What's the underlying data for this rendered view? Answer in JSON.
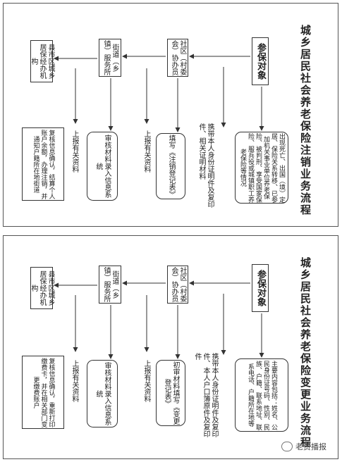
{
  "panel1": {
    "title": "城乡居民社会养老保险注销业务流程",
    "start": "参保对象",
    "community": "社区（村委会）协办员",
    "street": "街道（乡镇）服务所",
    "district": "县市区城乡居保经办机构",
    "desc_start": "出现死亡、出国（境）定居、保险关系转移、已参加机关事业单位养老保险、被判刑、享受国家保险、服兵役或城镇职工养老保险等情况",
    "carry": "携带本人身份证明件及复印件、相关证明材料",
    "form": "填写《注销登记表》",
    "review": "审核材料录入信息系统",
    "final": "复核信息确认，结算个人账户余额，办理注销，并通知户籍所在地街道",
    "report1": "上报有关资料",
    "report2": "上报有关资料"
  },
  "panel2": {
    "title": "城乡居民社会养老保险变更业务流程",
    "start": "参保对象",
    "community": "社区（村委会）协办员",
    "street": "街道（乡镇）服务所",
    "district": "县市区城乡居保经办机构",
    "desc_start": "主要内容包括：姓名、公民身份证号码、性别、民族、户籍、联系地址、联系电话、户籍所在地等",
    "carry": "携带本人身份证明件及复印件、本人户口簿原件及复印件",
    "form": "初审材料填写《变更登记表》",
    "review": "审核材料录入信息系统",
    "final": "复核信息确认，重新打印缴费卡，并在相关部门变更缴费账户",
    "report1": "上报有关资料",
    "report2": "上报有关资料"
  },
  "watermark": "老贾播报"
}
